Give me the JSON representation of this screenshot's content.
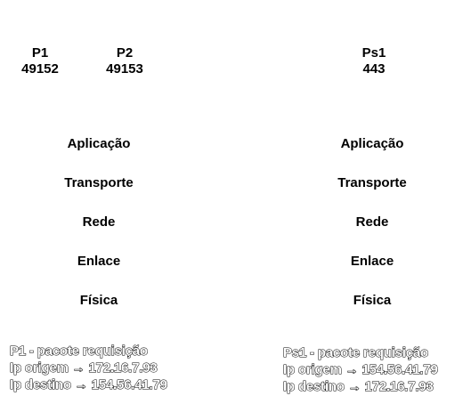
{
  "host_left": {
    "processes": [
      {
        "name": "P1",
        "port": "49152"
      },
      {
        "name": "P2",
        "port": "49153"
      }
    ],
    "layers": [
      "Aplicação",
      "Transporte",
      "Rede",
      "Enlace",
      "Física"
    ],
    "note": {
      "title": "P1 - pacote requisição",
      "src": "Ip origem →  172.16.7.93",
      "dst": "Ip destino → 154.56.41.79"
    }
  },
  "host_right": {
    "processes": [
      {
        "name": "Ps1",
        "port": "443"
      }
    ],
    "layers": [
      "Aplicação",
      "Transporte",
      "Rede",
      "Enlace",
      "Física"
    ],
    "note": {
      "title": "Ps1 - pacote requisição",
      "src": "Ip origem → 154.56.41.79",
      "dst": "Ip destino →  172.16.7.93"
    }
  }
}
